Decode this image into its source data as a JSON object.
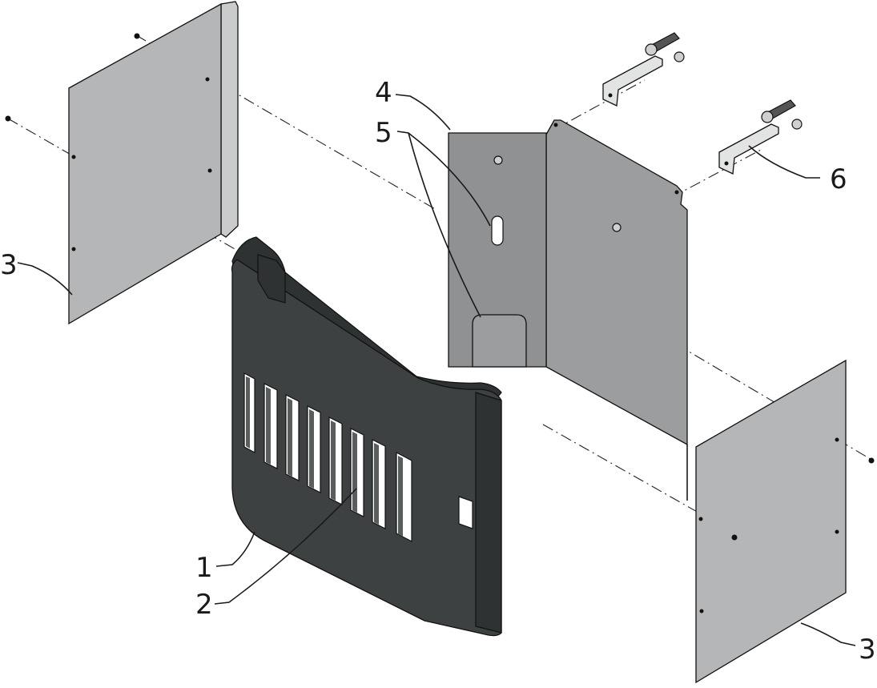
{
  "diagram": {
    "callouts": [
      {
        "id": "c3a",
        "label": "3"
      },
      {
        "id": "c4",
        "label": "4"
      },
      {
        "id": "c5",
        "label": "5"
      },
      {
        "id": "c6",
        "label": "6"
      },
      {
        "id": "c1",
        "label": "1"
      },
      {
        "id": "c2",
        "label": "2"
      },
      {
        "id": "c3b",
        "label": "3"
      }
    ]
  }
}
